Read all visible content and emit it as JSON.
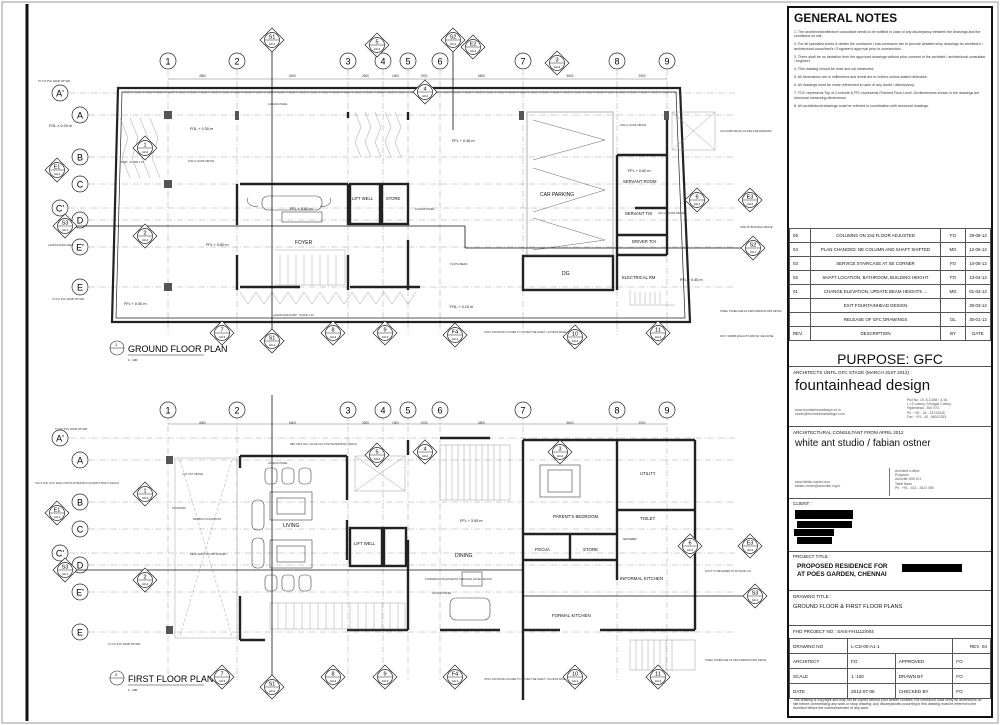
{
  "drawing": {
    "grid_columns": [
      "1",
      "2",
      "3",
      "4",
      "5",
      "6",
      "7",
      "8",
      "9"
    ],
    "grid_rows": [
      "A'",
      "A",
      "B",
      "C",
      "C'",
      "D",
      "E'",
      "E"
    ],
    "top_dimensions": [
      "4800",
      "6400",
      "2600",
      "1600",
      "1900",
      "6800",
      "5600",
      "2900"
    ],
    "ground_floor": {
      "title": "GROUND FLOOR PLAN",
      "scale": "1 : 100",
      "view_no": "1",
      "rooms": {
        "foyer": "FOYER",
        "lift_well": "LIFT WELL",
        "store": "STORE",
        "car_parking": "CAR PARKING",
        "servant_room": "SERVANT ROOM",
        "servant_toi": "SERVANT TOI",
        "driver_toi": "DRIVER TOI",
        "dg": "DG",
        "electrical_rm": "ELECTRICAL RM"
      },
      "levels": [
        "FGL ± 0.00 m",
        "FGL + 0.30 m",
        "FFL + 0.60 m",
        "FFL + 0.60 m",
        "FFL + 0.50 m",
        "FFL + 0.45 m",
        "FFL + 0.60 m",
        "FFL + 0.45 m",
        "FGL + 0.15 m"
      ],
      "notes": {
        "access_panel": "ACCESS PANEL",
        "landscaped_area": "LANDSCAPED AREA",
        "landscape_ramp": "LANDSCAPE RAMP : SLOPE 1:20",
        "pvc_ramp_top": "TO FIT PVC RAMP WITHIN",
        "pvc_ramp_bottom": "TO FIT PVC RAMP WITHIN",
        "ramp": "RAMP : SLOPE 1:10",
        "sunk": "100mm SUNK ABOVE",
        "sump": "U/G SUMP DETAIL AS PER PHE DRAWING",
        "line_building": "LINE OF BUILDING ABOVE",
        "steel_stair": "STEEL STAIRCASE AS PER FABRICATORS DETAIL",
        "exhaust": "300 X 300MM EXHAUST ABOVE THE LINTEL",
        "louver": "UPVC OR WOOD LOUVER TO COVER THE SHAFT / ACCESS PANEL",
        "plinth": "PLINTH BEAM",
        "sunk2": "100 mm SUNK ABOVE"
      },
      "markers": [
        [
          "S1",
          "A3-1"
        ],
        [
          "5",
          "A3-2"
        ],
        [
          "S2",
          "A3-1"
        ],
        [
          "E2",
          "A3-1"
        ],
        [
          "4",
          "A3-2"
        ],
        [
          "3",
          "A3-2"
        ],
        [
          "1",
          "A3-2"
        ],
        [
          "E1",
          "A3-1"
        ],
        [
          "S3",
          "A3-1"
        ],
        [
          "2",
          "A3-2"
        ],
        [
          "6",
          "A3-1"
        ],
        [
          "E3",
          "A3-2"
        ],
        [
          "S2",
          "A3-1"
        ],
        [
          "7",
          "A3-3"
        ],
        [
          "S1",
          "A3-1"
        ],
        [
          "8",
          "A3-3"
        ],
        [
          "9",
          "A3-3"
        ],
        [
          "F4",
          "A3-1"
        ],
        [
          "10",
          "A3-4"
        ],
        [
          "11",
          "A3-4"
        ]
      ]
    },
    "first_floor": {
      "title": "FIRST FLOOR PLAN",
      "scale": "1 : 100",
      "view_no": "2",
      "rooms": {
        "living": "LIVING",
        "lift_well": "LIFT WELL",
        "dining": "DINING",
        "parents_bedroom": "PARENT'S BEDROOM",
        "utility": "UTILITY",
        "toilet": "TOILET",
        "shower": "SHOWER",
        "pooja": "POOJA",
        "store": "STORE",
        "informal_kitchen": "INFORMAL KITCHEN",
        "formal_kitchen": "FORMAL KITCHEN"
      },
      "levels": [
        "FFL + 3.95 m"
      ],
      "notes": {
        "bamboo": "BAMBOO PLANTATION",
        "planters": "PLANTERS",
        "cutout": "CUT OUT ABOVE",
        "deck": "DECK AREA 300 MM SUNKEN",
        "water_body": "REF. DRG NO L-CD-06-A4-5 FOR WATER BODY DETAIL",
        "powder": "POWDER ROOM EXHAUST THROUGH FALSE CEILING",
        "access_panel": "ACCESS PANEL",
        "duct": "DUCT TO BE ENDED AT FF ROOF LVL",
        "steel_stair": "STEEL STAIRCASE AS PER FABRICATORS DETAIL",
        "rcc_wall": "75mm THK. RCC WALL FOR PLANTER BOX AS PER STRUCT. DETAIL",
        "pvc_ramp_top": "TO FIT PVC RAMP WITHIN",
        "pvc_ramp_bottom": "TO FIT PVC RAMP WITHIN",
        "louver": "UPVC OR WOOD LOUVER TO COVER THE SHAFT / ACCESS PANEL"
      },
      "markers": [
        [
          "5",
          "A3-2"
        ],
        [
          "4",
          "A3-2"
        ],
        [
          "3",
          "A3-2"
        ],
        [
          "1",
          "A3-2"
        ],
        [
          "E1",
          "A3-1"
        ],
        [
          "S3",
          "A3-1"
        ],
        [
          "2",
          "A3-2"
        ],
        [
          "6",
          "A3-1"
        ],
        [
          "E3",
          "A3-2"
        ],
        [
          "S3",
          "A3-1"
        ],
        [
          "7",
          "A3-3"
        ],
        [
          "S1",
          "A3-1"
        ],
        [
          "8",
          "A3-3"
        ],
        [
          "9",
          "A3-3"
        ],
        [
          "F4",
          "A3-1"
        ],
        [
          "10",
          "A3-4"
        ],
        [
          "11",
          "A3-4"
        ]
      ]
    }
  },
  "title_block": {
    "general_notes_title": "GENERAL NOTES",
    "general_notes": [
      "1.  The architect/architecture consultant needs to be notified in case of any discrepancy between the drawings and the conditions on site.",
      "2. For all specialist works & details the contractor / sub-contractor are to provide detailed shop drawings for architect's / architectural consultant's / Engineer's approval prior to construction.",
      "3. There shall be no deviation from the approved drawings without prior consent of the architect / architectural consultant / engineer.",
      "4.  This drawing should be read and not measured.",
      "5.  All dimensions are in millimeters and levels are in meters unless stated otherwise.",
      "6.  All drawings must be cross referenced in case of any doubt / discrepancy.",
      "7.  TOC represents Top of Concrete & FFL represents Finished Floor Level. All dimensions shown in the drawings are structural measuring dimensions.",
      "8.  All architectural drawings must be referred in coordination with structural drawings."
    ],
    "revisions": [
      {
        "rev": "05",
        "description": "COLUMNS ON 2nd FLOOR ADJUSTED",
        "by": "FO",
        "date": "29-08-12"
      },
      {
        "rev": "04",
        "description": "PLAN CHANGED: NE COLUMN AND SHAFT SHIFTED",
        "by": "MG",
        "date": "12-06-12"
      },
      {
        "rev": "03",
        "description": "SERVICE STAIRCASE AT SE CORNER",
        "by": "FO",
        "date": "10-05-12"
      },
      {
        "rev": "02",
        "description": "SHAFT LOCATION, BATHROOM, BUILDING HEIGHT",
        "by": "FO",
        "date": "13-04-12"
      },
      {
        "rev": "01",
        "description": "CHANGE ELEVATION, UPDATE BEAM HEIGHTS ...",
        "by": "MG",
        "date": "01-04-12"
      },
      {
        "rev": "",
        "description": "EXIT FOUNTAINHEAD DESIGN",
        "by": "",
        "date": "30-03-12"
      },
      {
        "rev": "",
        "description": "RELEASE OF GFC DRAWINGS",
        "by": "DL",
        "date": "30-01-12"
      }
    ],
    "revision_headers": {
      "rev": "REV.",
      "description": "DESCRIPTION",
      "by": "BY",
      "date": "DATE"
    },
    "purpose": "PURPOSE: GFC",
    "architects_label": "ARCHITECTS UNTIL GFC STAGE (MARCH 31ST 2012) :",
    "architects_name": "fountainhead design",
    "architects_web": "www.fountainheaddesign.co.in",
    "architects_email": "studio@fountainheaddesign.co.in",
    "architects_address": [
      "Plot No: 15, 8-3-684 / 3-15,",
      "L.I.C colony, Srinagar Colony,",
      "Hyderabad - 500 073.",
      "Ph : +91 - 40 - 23743245,",
      "Fax : +91 - 40 - 66021253."
    ],
    "consultant_label": "ARCHITECTURAL CONSULTANT FROM APRIL 2012",
    "consultant_name": "white ant studio / fabian ostner",
    "consultant_web": "www.fabian-ostner.com",
    "consultant_email": "fabian-ostner@auroville.org.in",
    "consultant_address": [
      "Architect's office",
      "Progress",
      "Auroville 605 101",
      "Tamil Nadu",
      "Ph : +91 - 413 - 2622 398"
    ],
    "client_label": "CLIENT :",
    "project_title_label": "PROJECT TITLE :",
    "project_title_line1": "PROPOSED RESIDENCE FOR",
    "project_title_line2": "AT POES GARDEN, CHENNAI",
    "drawing_title_label": "DRAWING TITLE :",
    "drawing_title": "GROUND FLOOR & FIRST FLOOR PLANS",
    "project_no_label": "FHD PROJECT NO :",
    "project_no": "SAIS-FH1112/004",
    "drawing_no_label": "DRAWING NO",
    "drawing_no": "L-CD-00-A1-1",
    "rev_label": "REV",
    "rev": "04",
    "architect_label": "ARCHITECT",
    "architect": "FO",
    "approved_label": "APPROVED",
    "approved": "FO",
    "scale_label": "SCALE",
    "scale": "1 :100",
    "drawn_by_label": "DRAWN BY",
    "drawn_by": "FO",
    "date_label": "DATE",
    "date": "2012-07-05",
    "checked_by_label": "CHECKED BY",
    "checked_by": "FO",
    "copyright": "This drawing is copyright and may not be copied without prior written consent.The contractor shall verify all dimensions on site before commencing any work or shop drawing. Any discrepancies occurring in this drawing must be referred to the Architect before the commencement of any work."
  }
}
